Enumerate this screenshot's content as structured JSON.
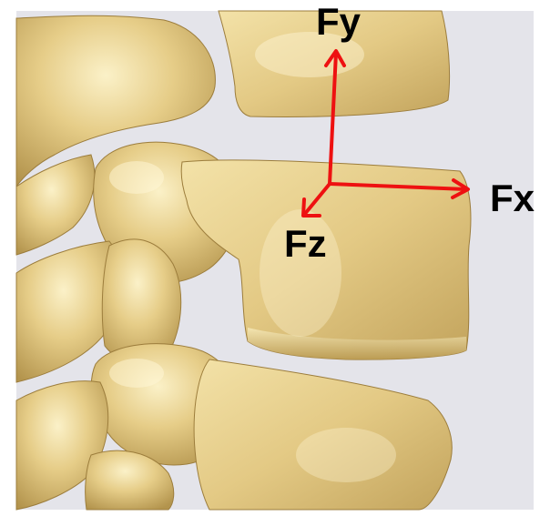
{
  "labels": {
    "x": "Fx",
    "y": "Fy",
    "z": "Fz"
  },
  "colors": {
    "background": "#e4e4ea",
    "bone": "#e2c983",
    "bone_light": "#f6e8b5",
    "bone_shadow": "#a98a45",
    "arrow": "#ee1111",
    "label": "#000000"
  }
}
